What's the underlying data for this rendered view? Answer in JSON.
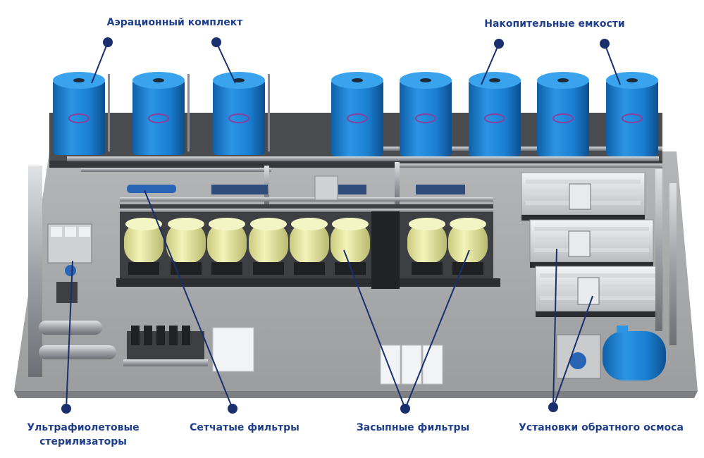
{
  "labels": {
    "aeration": "Аэрационный комплект",
    "storage": "Накопительные емкости",
    "uv_line1": "Ультрафиолетовые",
    "uv_line2": "стерилизаторы",
    "mesh": "Сетчатые фильтры",
    "fill": "Засыпные фильтры",
    "ro": "Установки обратного осмоса"
  },
  "colors": {
    "label": "#1f3f8c",
    "tank_blue": "#1a7fd1",
    "filter_yellow": "#e9eaa0",
    "floor": "#a6a8aa",
    "platform": "#4a4c4f"
  }
}
